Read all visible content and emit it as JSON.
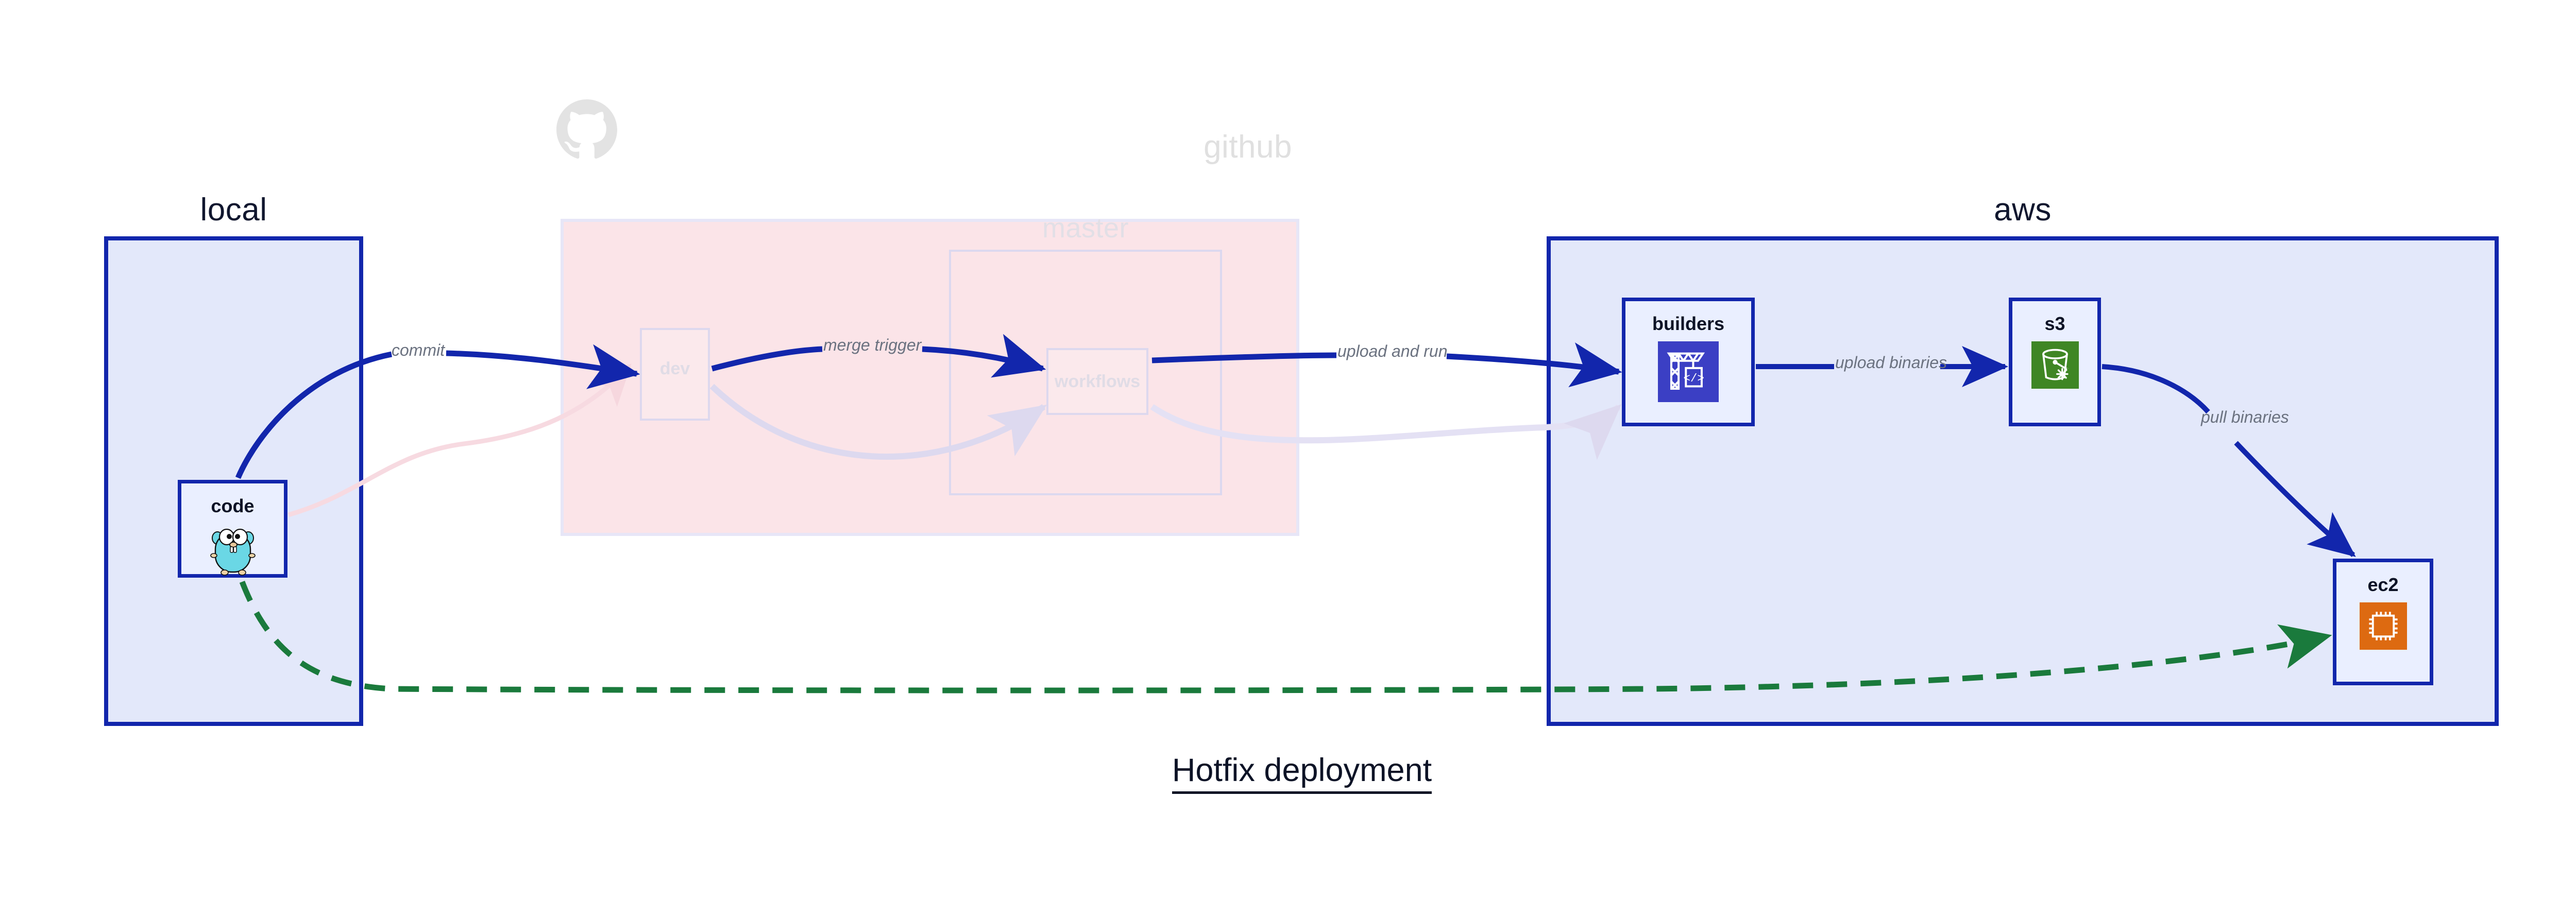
{
  "diagram": {
    "title": "Hotfix deployment",
    "colors": {
      "accent_blue": "#1226ac",
      "group_fill_blue": "#e3e8fa",
      "group_fill_pink": "#fbe4e8",
      "node_fill": "#eaefff",
      "dashed_green": "#1a7a3c",
      "label_gray": "#6b7280",
      "faded_gray": "#e0e0e0",
      "s3_green": "#3f8624",
      "ec2_orange": "#dd6a11",
      "builders_indigo": "#3b3fc4",
      "gopher_cyan": "#6ad7e5"
    }
  },
  "groups": [
    {
      "id": "local",
      "label": "local",
      "style": "solid"
    },
    {
      "id": "github",
      "label": "github",
      "style": "faded"
    },
    {
      "id": "master",
      "label": "master",
      "style": "faded"
    },
    {
      "id": "aws",
      "label": "aws",
      "style": "solid"
    }
  ],
  "nodes": [
    {
      "id": "code",
      "label": "code",
      "icon": "go-gopher-icon",
      "state": "active"
    },
    {
      "id": "dev",
      "label": "dev",
      "icon": "none",
      "state": "faded"
    },
    {
      "id": "workflows",
      "label": "workflows",
      "icon": "none",
      "state": "faded"
    },
    {
      "id": "builders",
      "label": "builders",
      "icon": "aws-codebuild-icon",
      "state": "active"
    },
    {
      "id": "s3",
      "label": "s3",
      "icon": "aws-s3-glacier-icon",
      "state": "active"
    },
    {
      "id": "ec2",
      "label": "ec2",
      "icon": "aws-ec2-chip-icon",
      "state": "active"
    }
  ],
  "edges": [
    {
      "id": "commit",
      "from": "code",
      "to": "dev",
      "label": "commit",
      "style": "solid-blue"
    },
    {
      "id": "merge-trigger",
      "from": "dev",
      "to": "workflows",
      "label": "merge trigger",
      "style": "solid-blue"
    },
    {
      "id": "upload-and-run",
      "from": "workflows",
      "to": "builders",
      "label": "upload and run",
      "style": "solid-blue"
    },
    {
      "id": "upload-binaries",
      "from": "builders",
      "to": "s3",
      "label": "upload binaries",
      "style": "solid-blue"
    },
    {
      "id": "pull-binaries",
      "from": "s3",
      "to": "ec2",
      "label": "pull binaries",
      "style": "solid-blue"
    },
    {
      "id": "hotfix-direct",
      "from": "code",
      "to": "ec2",
      "label": "",
      "style": "dashed-green"
    },
    {
      "id": "faded-code-dev",
      "from": "code",
      "to": "dev",
      "label": "",
      "style": "faded-pink"
    },
    {
      "id": "faded-dev-wfl",
      "from": "dev",
      "to": "workflows",
      "label": "",
      "style": "faded-lilac"
    },
    {
      "id": "faded-wfl-bld",
      "from": "workflows",
      "to": "builders",
      "label": "",
      "style": "faded-lilac"
    }
  ],
  "icons": {
    "github-mark": "github-octocat-icon"
  }
}
